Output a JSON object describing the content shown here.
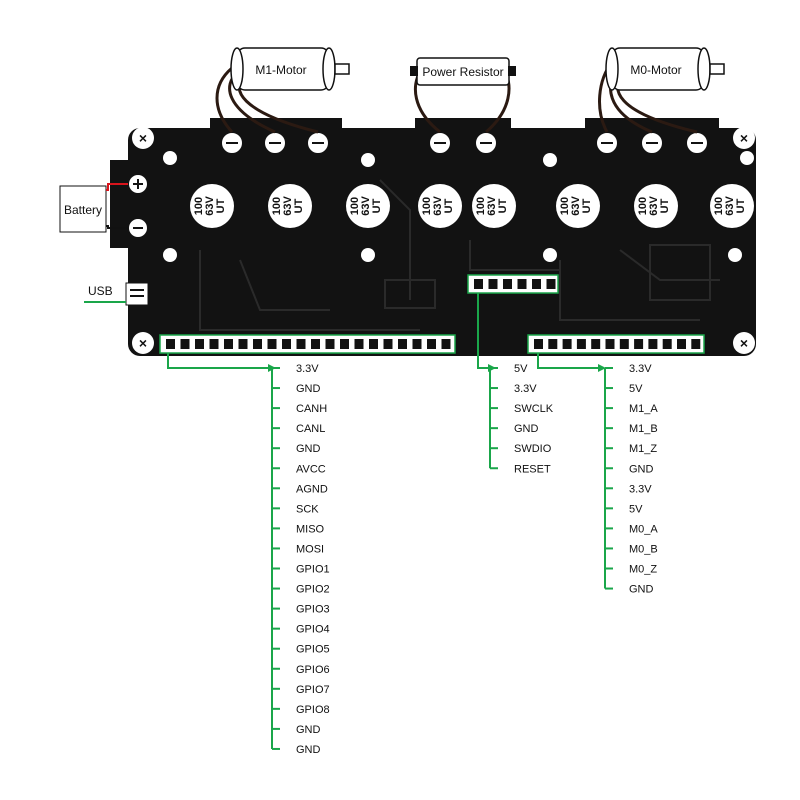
{
  "components": {
    "m1_motor": "M1-Motor",
    "power_resistor": "Power Resistor",
    "m0_motor": "M0-Motor",
    "battery": "Battery",
    "usb": "USB"
  },
  "capacitor": {
    "line1": "100",
    "line2": "63V",
    "line3": "UT"
  },
  "headers": {
    "left": [
      "3.3V",
      "GND",
      "CANH",
      "CANL",
      "GND",
      "AVCC",
      "AGND",
      "SCK",
      "MISO",
      "MOSI",
      "GPIO1",
      "GPIO2",
      "GPIO3",
      "GPIO4",
      "GPIO5",
      "GPIO6",
      "GPIO7",
      "GPIO8",
      "GND",
      "GND"
    ],
    "middle": [
      "5V",
      "3.3V",
      "SWCLK",
      "GND",
      "SWDIO",
      "RESET"
    ],
    "right": [
      "3.3V",
      "5V",
      "M1_A",
      "M1_B",
      "M1_Z",
      "GND",
      "3.3V",
      "5V",
      "M0_A",
      "M0_B",
      "M0_Z",
      "GND"
    ]
  },
  "colors": {
    "board": "#121212",
    "wire_green": "#1aa64a",
    "wire_red": "#d9141c",
    "motor_wire": "#2b1a12"
  }
}
